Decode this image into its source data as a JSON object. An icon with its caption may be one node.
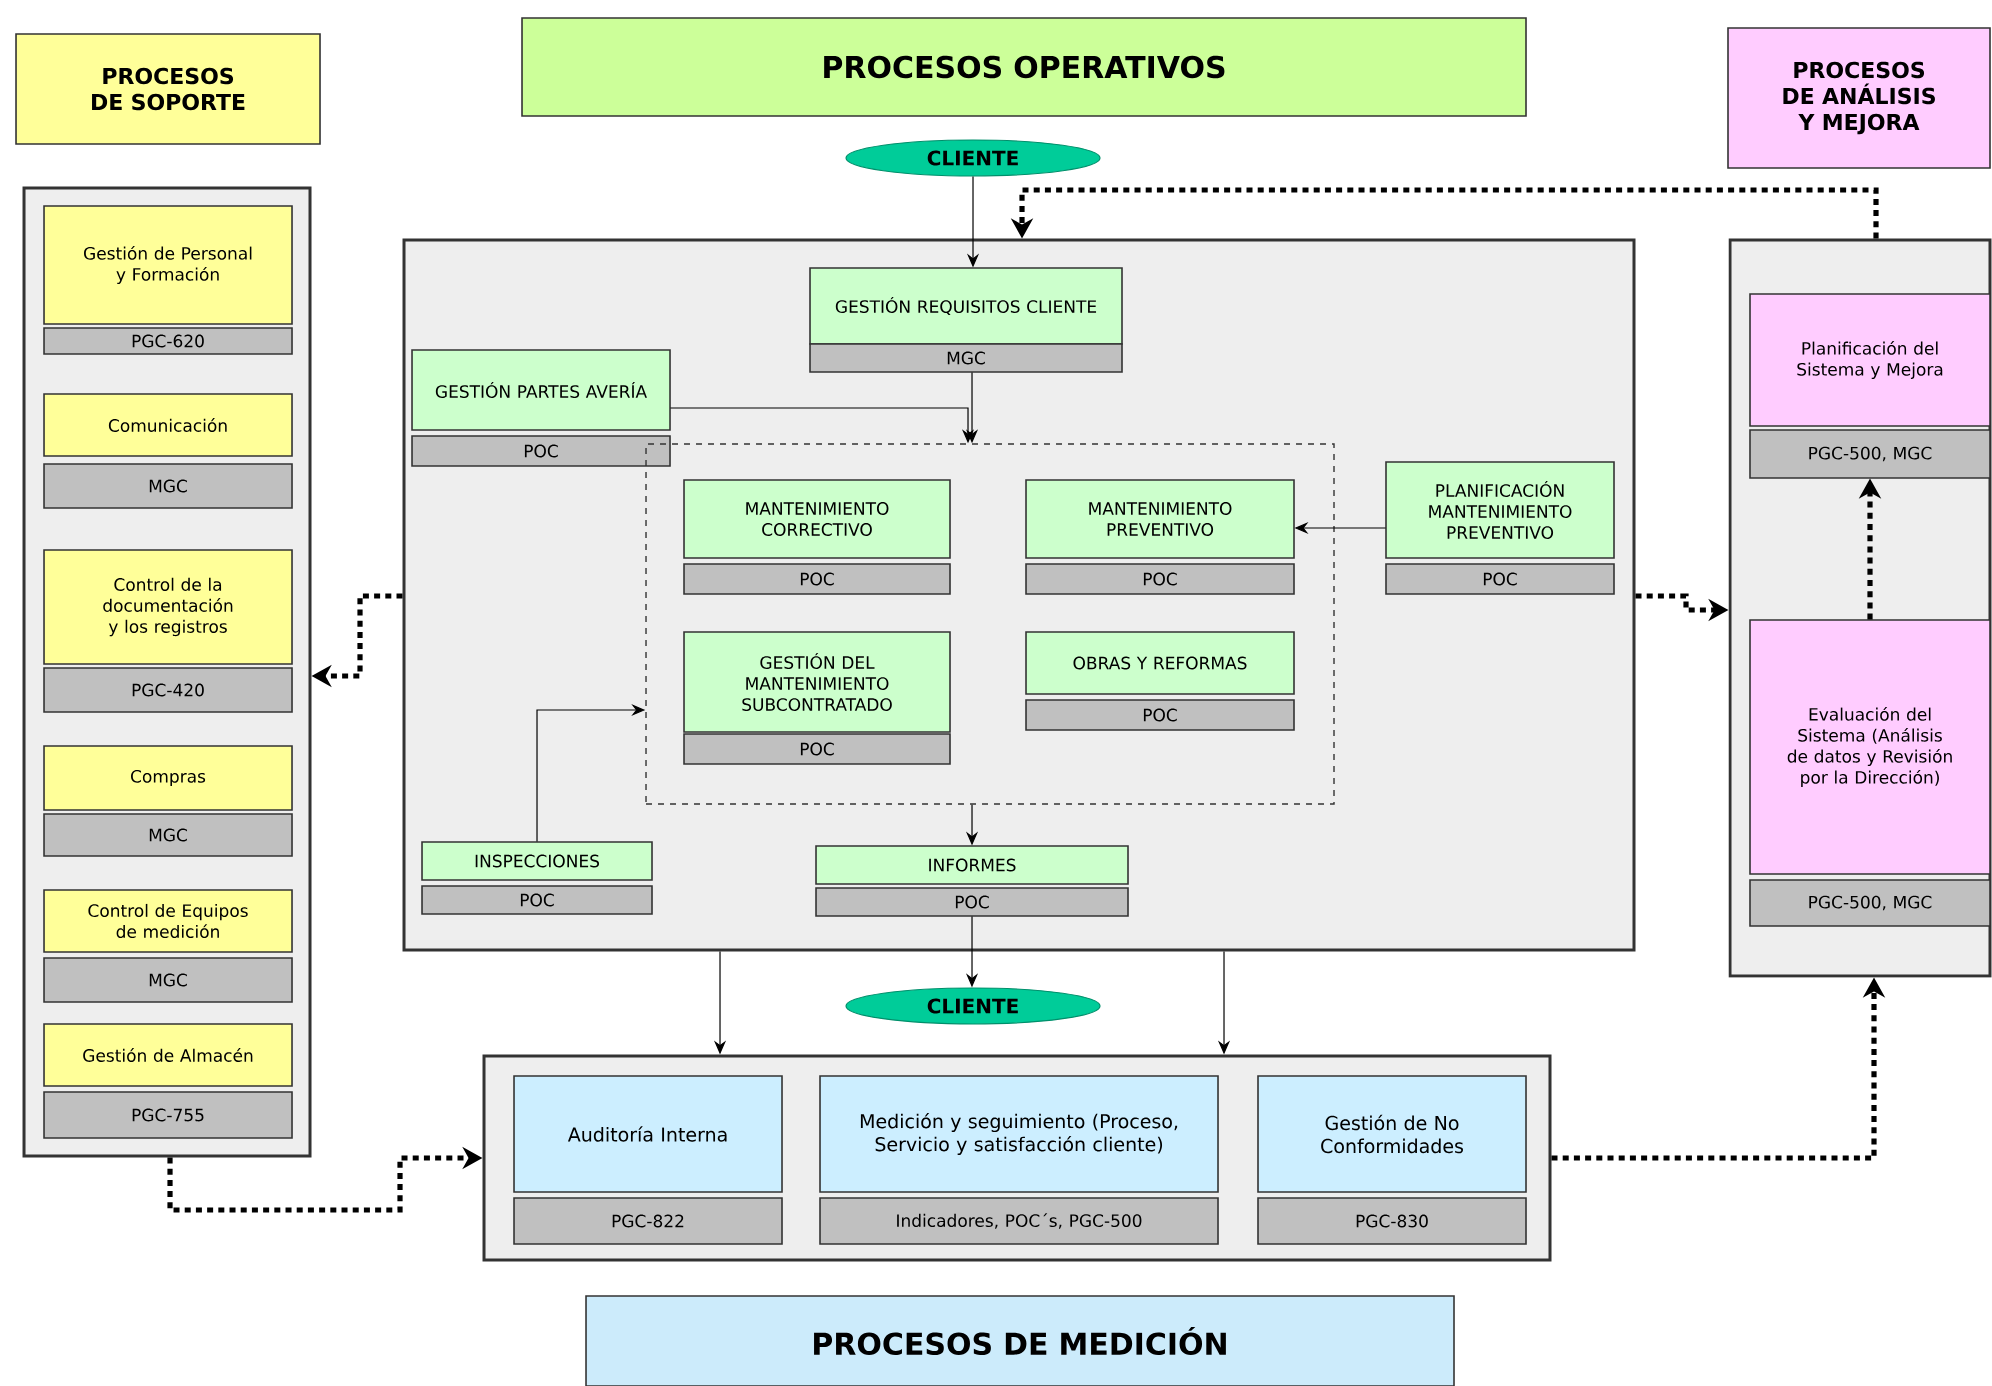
{
  "diagram": {
    "nodes": [
      {
        "text": [
          "PROCESOS DE SOPORTE"
        ]
      },
      {
        "text": [
          "PROCESOS OPERATIVOS"
        ]
      },
      {
        "text": [
          "PROCESOS DE ANÁLISIS Y MEJORA"
        ]
      },
      {
        "text": [],
        "shape": "box"
      },
      {
        "text": [
          "Gestión de Personal y Formación",
          "PGC-620"
        ],
        "in": 3
      },
      {
        "text": [
          "Comunicación",
          "MGC"
        ],
        "in": 3
      },
      {
        "text": [
          "Control de la documentación y los registros",
          "PGC-420"
        ],
        "in": 3
      },
      {
        "text": [
          "Compras",
          "MGC"
        ],
        "in": 3
      },
      {
        "text": [
          "Control de Equipos de medición",
          "MGC"
        ],
        "in": 3
      },
      {
        "text": [
          "Gestión de Almacén",
          "PGC-755"
        ],
        "in": 3
      },
      {
        "text": [
          "CLIENTE"
        ]
      },
      {
        "text": [],
        "shape": "box"
      },
      {
        "text": [
          "GESTIÓN REQUISITOS CLIENTE",
          "MGC"
        ],
        "in": 11
      },
      {
        "text": [
          "GESTIÓN PARTES AVERÍA",
          "POC"
        ],
        "in": 11
      },
      {
        "text": [],
        "shape": "box",
        "in": 11
      },
      {
        "text": [
          "MANTENIMIENTO CORRECTIVO",
          "POC"
        ],
        "in": 14
      },
      {
        "text": [
          "MANTENIMIENTO PREVENTIVO",
          "POC"
        ],
        "in": 14
      },
      {
        "text": [
          "GESTIÓN DEL MANTENIMIENTO SUBCONTRATADO",
          "POC"
        ],
        "in": 14
      },
      {
        "text": [
          "OBRAS Y REFORMAS",
          "POC"
        ],
        "in": 14
      },
      {
        "text": [
          "PLANIFICACIÓN MANTENIMIENTO PREVENTIVO",
          "POC"
        ],
        "in": 11
      },
      {
        "text": [
          "INSPECCIONES",
          "POC"
        ],
        "in": 11
      },
      {
        "text": [
          "INFORMES",
          "POC"
        ],
        "in": 11
      },
      {
        "text": [
          "CLIENTE"
        ]
      },
      {
        "text": [],
        "shape": "box"
      },
      {
        "text": [
          "Planificación del Sistema y Mejora",
          "PGC-500, MGC"
        ],
        "in": 23
      },
      {
        "text": [
          "Evaluación del Sistema (Análisis de datos y Revisión por la Dirección)",
          "PGC-500, MGC"
        ],
        "in": 23
      },
      {
        "text": [],
        "shape": "box"
      },
      {
        "text": [
          "Auditoría Interna",
          "PGC-822"
        ],
        "in": 26
      },
      {
        "text": [
          "Medición y seguimiento (Proceso, Servicio y satisfacción cliente)",
          "Indicadores, POC´s, PGC-500"
        ],
        "in": 26
      },
      {
        "text": [
          "Gestión de No Conformidades",
          "PGC-830"
        ],
        "in": 26
      },
      {
        "text": [
          "PROCESOS  DE MEDICIÓN"
        ]
      }
    ],
    "edges": [
      {
        "from": 10,
        "to": 12,
        "arrow": "to"
      },
      {
        "from": 12,
        "to": 14,
        "arrow": "to"
      },
      {
        "from": 13,
        "to": 14,
        "arrow": "to"
      },
      {
        "from": 19,
        "to": 16,
        "arrow": "to"
      },
      {
        "from": 20,
        "to": 14,
        "arrow": "to"
      },
      {
        "from": 14,
        "to": 21,
        "arrow": "to"
      },
      {
        "from": 21,
        "to": 22,
        "arrow": "to"
      },
      {
        "from": 11,
        "to": 26,
        "arrow": "to"
      },
      {
        "from": 11,
        "to": 26,
        "arrow": "to"
      },
      {
        "from": 11,
        "to": 3,
        "arrow": "to",
        "style": "dashed"
      },
      {
        "from": 11,
        "to": 23,
        "arrow": "to",
        "style": "dashed"
      },
      {
        "from": 23,
        "to": 11,
        "arrow": "to",
        "style": "dashed"
      },
      {
        "from": 25,
        "to": 24,
        "arrow": "to",
        "style": "dashed"
      },
      {
        "from": 3,
        "to": 26,
        "arrow": "to",
        "style": "dashed"
      },
      {
        "from": 26,
        "to": 23,
        "arrow": "to",
        "style": "dashed"
      }
    ]
  }
}
